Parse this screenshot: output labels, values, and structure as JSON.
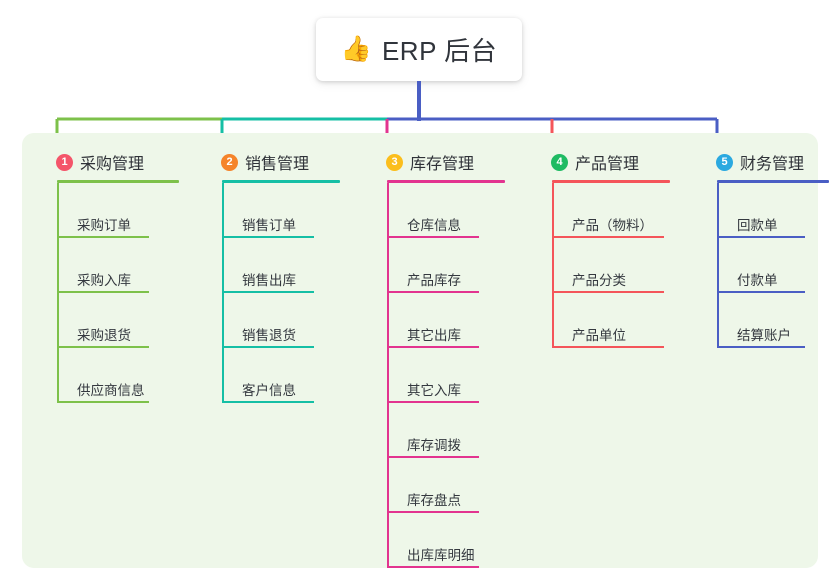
{
  "root": {
    "icon": "thumbs-up-emoji",
    "emoji": "👍",
    "title": "ERP 后台"
  },
  "theme": {
    "page_background": "#ffffff",
    "panel_background": "#eef7e9",
    "root_connector": "#4a5ec4",
    "text": "#34383f"
  },
  "columns": [
    {
      "number": "1",
      "title": "采购管理",
      "badge_color": "#f4556a",
      "line_color": "#7dc14a",
      "items": [
        {
          "label": "采购订单"
        },
        {
          "label": "采购入库"
        },
        {
          "label": "采购退货"
        },
        {
          "label": "供应商信息"
        }
      ]
    },
    {
      "number": "2",
      "title": "销售管理",
      "badge_color": "#f5842a",
      "line_color": "#15bfa5",
      "items": [
        {
          "label": "销售订单"
        },
        {
          "label": "销售出库"
        },
        {
          "label": "销售退货"
        },
        {
          "label": "客户信息"
        }
      ]
    },
    {
      "number": "3",
      "title": "库存管理",
      "badge_color": "#fbbe1c",
      "line_color": "#e2348f",
      "items": [
        {
          "label": "仓库信息"
        },
        {
          "label": "产品库存"
        },
        {
          "label": "其它出库"
        },
        {
          "label": "其它入库"
        },
        {
          "label": "库存调拨"
        },
        {
          "label": "库存盘点"
        },
        {
          "label": "出库库明细"
        }
      ]
    },
    {
      "number": "4",
      "title": "产品管理",
      "badge_color": "#1fbb63",
      "line_color": "#f4555a",
      "items": [
        {
          "label": "产品（物料）"
        },
        {
          "label": "产品分类"
        },
        {
          "label": "产品单位"
        }
      ]
    },
    {
      "number": "5",
      "title": "财务管理",
      "badge_color": "#2ba9e0",
      "line_color": "#4a5ec4",
      "items": [
        {
          "label": "回款单"
        },
        {
          "label": "付款单"
        },
        {
          "label": "结算账户"
        }
      ]
    }
  ]
}
